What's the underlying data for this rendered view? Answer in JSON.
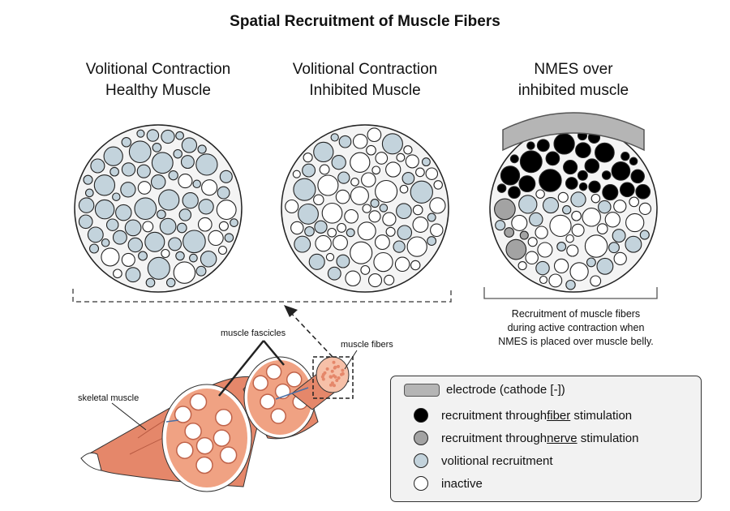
{
  "title": "Spatial Recruitment of Muscle Fibers",
  "panels": [
    {
      "line1": "Volitional Contraction",
      "line2": "Healthy Muscle"
    },
    {
      "line1": "Volitional Contraction",
      "line2": "Inhibited Muscle"
    },
    {
      "line1": "NMES over",
      "line2": "inhibited muscle"
    }
  ],
  "note": {
    "line1": "Recruitment of muscle fibers",
    "line2": "during active contraction when",
    "line3": "NMES is placed over muscle belly."
  },
  "anatomy": {
    "skeletal_muscle": "skeletal muscle",
    "muscle_fascicles": "muscle fascicles",
    "muscle_fibers": "muscle fibers"
  },
  "legend": {
    "electrode": "electrode (cathode [-])",
    "fiber_pre": "recruitment through ",
    "fiber_u": "fiber",
    "fiber_post": " stimulation",
    "nerve_pre": "recruitment through ",
    "nerve_u": "nerve",
    "nerve_post": " stimulation",
    "volitional": "volitional recruitment",
    "inactive": "inactive"
  },
  "colors": {
    "volitional": "#c3d3dc",
    "inactive": "#ffffff",
    "fiber": "#000000",
    "nerve": "#a3a3a3",
    "electrode": "#b5b5b5",
    "muscle": "#e5876a",
    "muscle_light": "#f6c0a8"
  }
}
